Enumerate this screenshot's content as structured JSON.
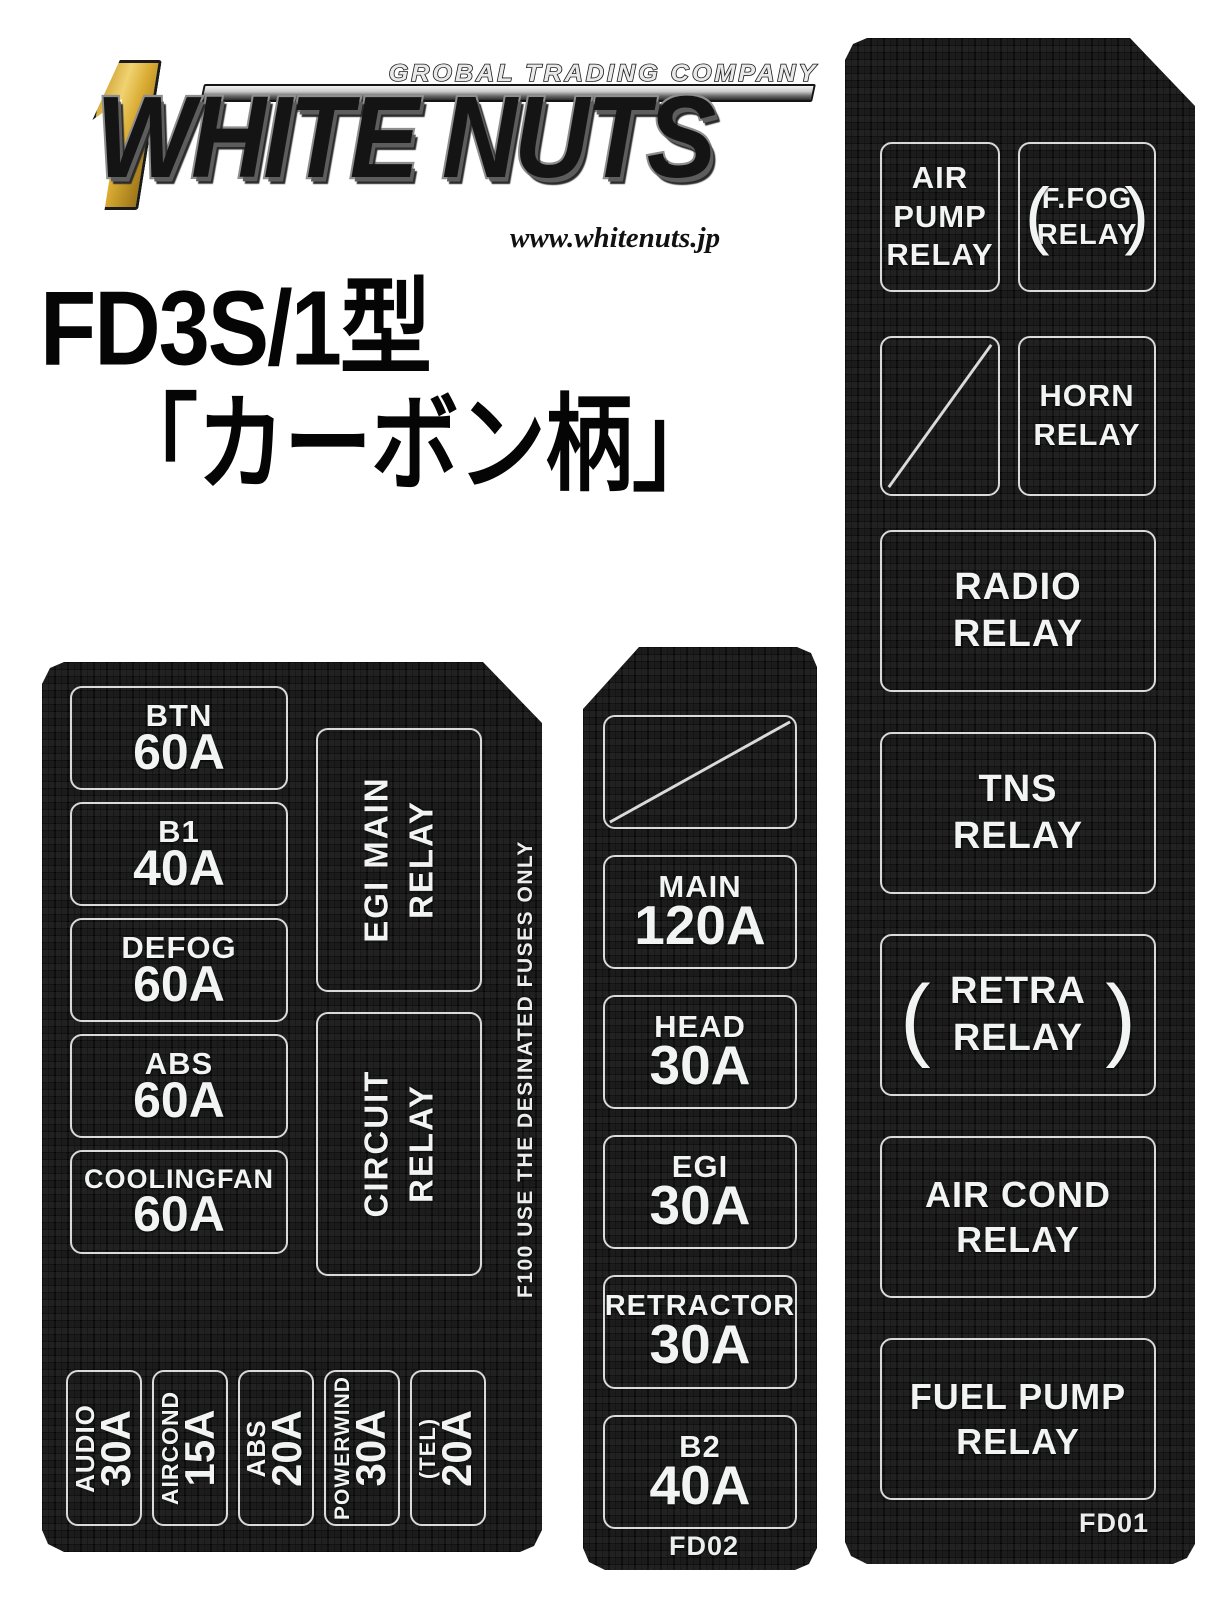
{
  "header": {
    "logo": {
      "tagline": "GROBAL TRADING COMPANY",
      "brand": "WHITE NUTS",
      "numeral": "1",
      "url": "www.whitenuts.jp"
    },
    "title_line1": "FD3S/1型",
    "title_line2": "「カーボン柄」"
  },
  "colors": {
    "panel_background": "#0a0a0a",
    "outline": "#d9dada",
    "text": "#f2f3f3",
    "page_background": "#ffffff",
    "logo_gold": "#d9ab32"
  },
  "panels": {
    "left": {
      "code": "",
      "caution_text": "F100 USE THE DESINATED FUSES ONLY",
      "fuses": [
        {
          "name": "BTN",
          "amp": "60A"
        },
        {
          "name": "B1",
          "amp": "40A"
        },
        {
          "name": "DEFOG",
          "amp": "60A"
        },
        {
          "name": "ABS",
          "amp": "60A"
        },
        {
          "name": "COOLINGFAN",
          "amp": "60A"
        }
      ],
      "relays": [
        {
          "line1": "EGI MAIN",
          "line2": "RELAY"
        },
        {
          "line1": "CIRCUIT",
          "line2": "RELAY"
        }
      ],
      "bottom_fuses": [
        {
          "name": "AUDIO",
          "amp": "30A"
        },
        {
          "name": "AIRCOND",
          "amp": "15A"
        },
        {
          "name": "ABS",
          "amp": "20A"
        },
        {
          "name": "POWERWIND",
          "amp": "30A"
        },
        {
          "name": "(TEL)",
          "amp": "20A"
        }
      ]
    },
    "middle": {
      "code": "FD02",
      "cells": [
        {
          "type": "blank",
          "name": "",
          "amp": ""
        },
        {
          "type": "fuse",
          "name": "MAIN",
          "amp": "120A"
        },
        {
          "type": "fuse",
          "name": "HEAD",
          "amp": "30A"
        },
        {
          "type": "fuse",
          "name": "EGI",
          "amp": "30A"
        },
        {
          "type": "fuse",
          "name": "RETRACTOR",
          "amp": "30A"
        },
        {
          "type": "fuse",
          "name": "B2",
          "amp": "40A"
        }
      ]
    },
    "right": {
      "code": "FD01",
      "cells": [
        {
          "type": "relay",
          "line1": "AIR",
          "line2": "PUMP",
          "line3": "RELAY",
          "paren": false
        },
        {
          "type": "relay",
          "line1": "F.FOG",
          "line2": "RELAY",
          "line3": "",
          "paren": true
        },
        {
          "type": "blank",
          "line1": "",
          "line2": "",
          "line3": "",
          "paren": false
        },
        {
          "type": "relay",
          "line1": "HORN",
          "line2": "RELAY",
          "line3": "",
          "paren": false
        },
        {
          "type": "relay",
          "line1": "RADIO",
          "line2": "RELAY",
          "line3": "",
          "paren": false
        },
        {
          "type": "relay",
          "line1": "TNS",
          "line2": "RELAY",
          "line3": "",
          "paren": false
        },
        {
          "type": "relay",
          "line1": "RETRA",
          "line2": "RELAY",
          "line3": "",
          "paren": true
        },
        {
          "type": "relay",
          "line1": "AIR COND",
          "line2": "RELAY",
          "line3": "",
          "paren": false
        },
        {
          "type": "relay",
          "line1": "FUEL PUMP",
          "line2": "RELAY",
          "line3": "",
          "paren": false
        }
      ]
    }
  }
}
